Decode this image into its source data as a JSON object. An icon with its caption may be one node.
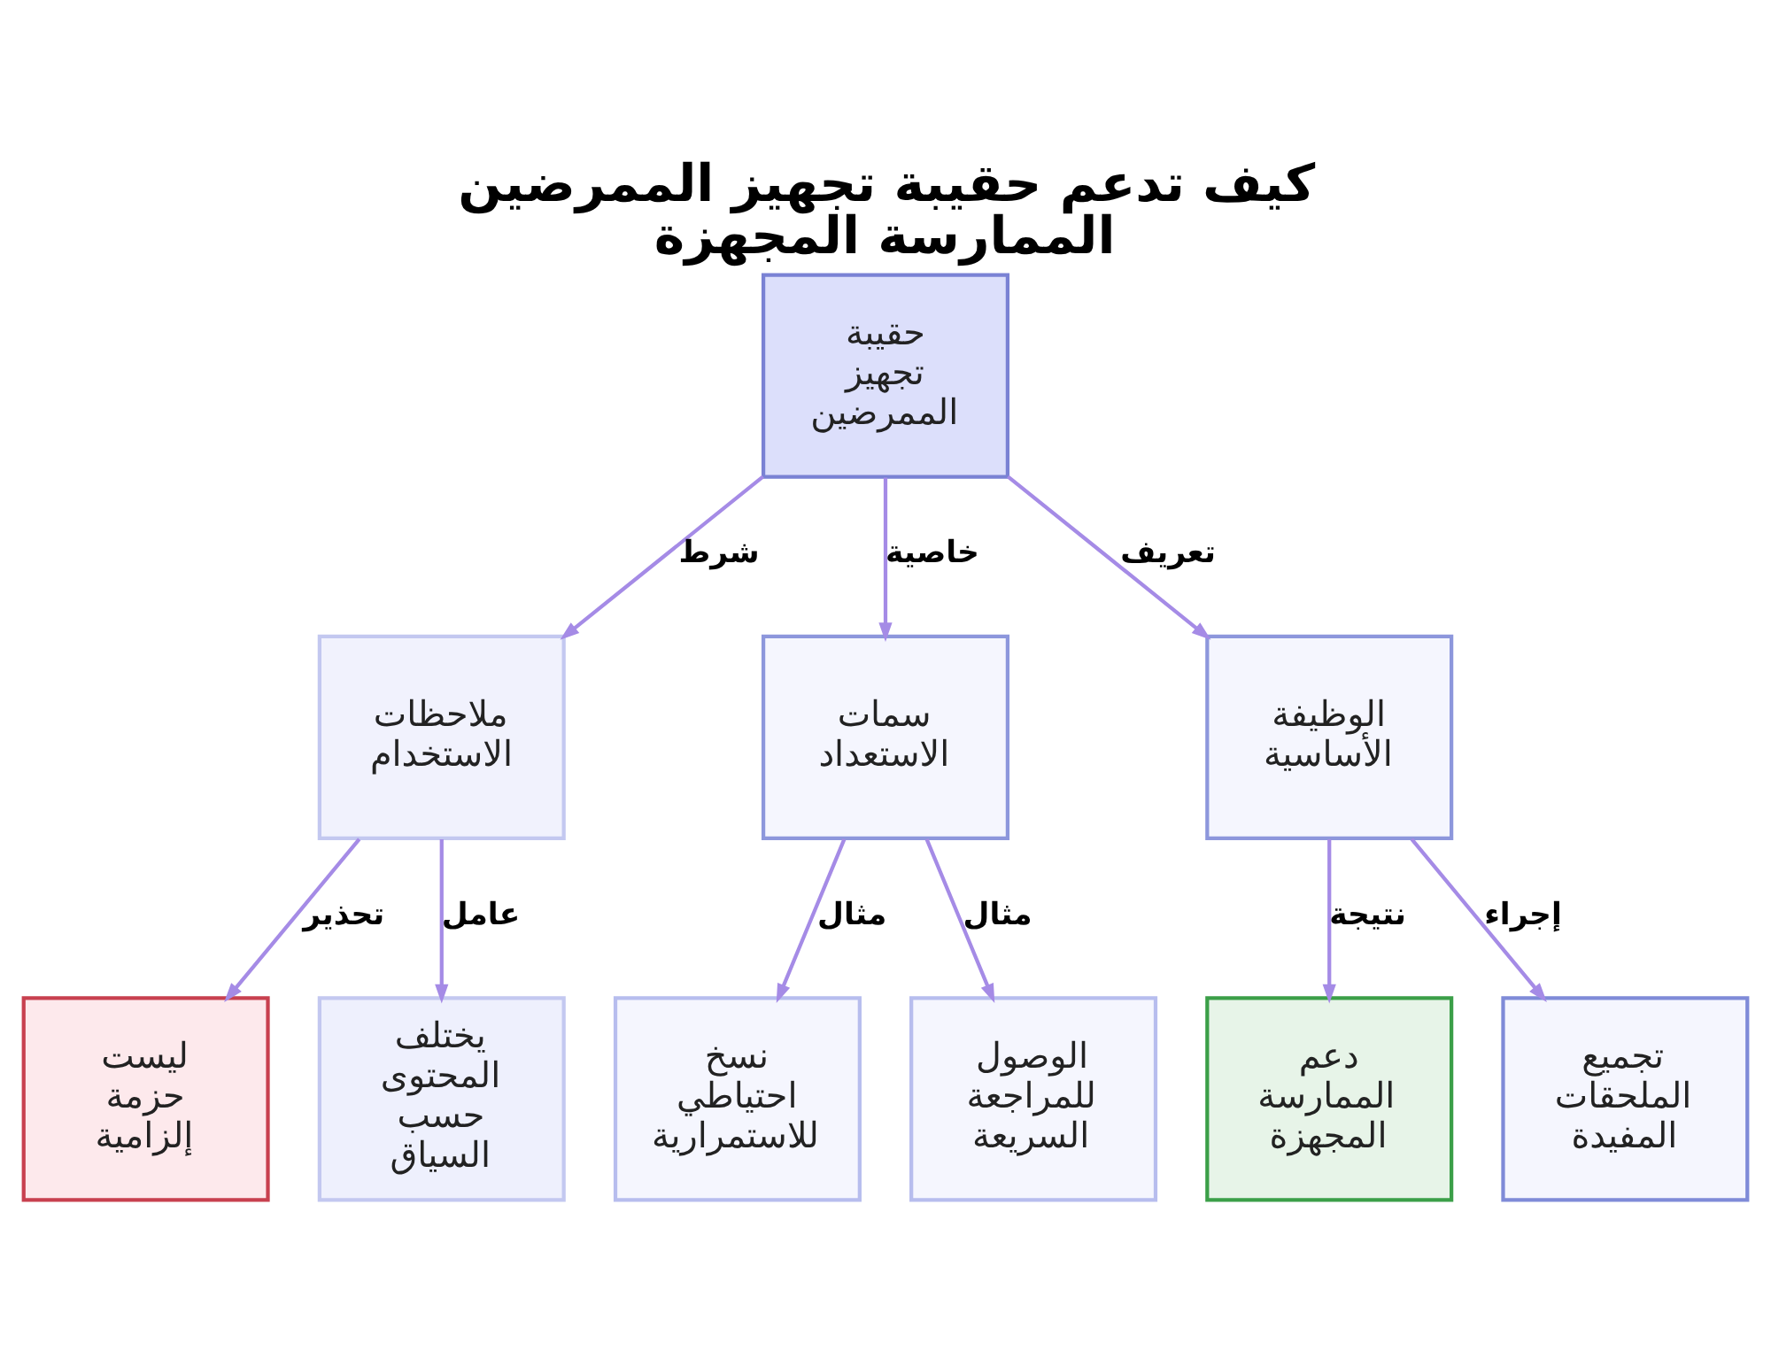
{
  "diagram": {
    "title": "كيف تدعم حقيبة تجهيز الممرضين الممارسة المجهزة",
    "nodes": [
      {
        "text": [
          "حقيبة تجهيز الممرضين"
        ]
      },
      {
        "text": [
          "ملاحظات الاستخدام"
        ]
      },
      {
        "text": [
          "سمات الاستعداد"
        ]
      },
      {
        "text": [
          "الوظيفة الأساسية"
        ]
      },
      {
        "text": [
          "ليست حزمة إلزامية"
        ]
      },
      {
        "text": [
          "يختلف المحتوى حسب السياق"
        ]
      },
      {
        "text": [
          "نسخ احتياطي للاستمرارية"
        ]
      },
      {
        "text": [
          "الوصول للمراجعة السريعة"
        ]
      },
      {
        "text": [
          "دعم الممارسة المجهزة"
        ]
      },
      {
        "text": [
          "تجميع الملحقات المفيدة"
        ]
      }
    ],
    "edges": [
      {
        "from": 0,
        "to": 1,
        "arrow": "to",
        "label": "شرط"
      },
      {
        "from": 0,
        "to": 2,
        "arrow": "to",
        "label": "خاصية"
      },
      {
        "from": 0,
        "to": 3,
        "arrow": "to",
        "label": "تعريف"
      },
      {
        "from": 1,
        "to": 4,
        "arrow": "to",
        "label": "تحذير"
      },
      {
        "from": 1,
        "to": 5,
        "arrow": "to",
        "label": "عامل"
      },
      {
        "from": 2,
        "to": 6,
        "arrow": "to",
        "label": "مثال"
      },
      {
        "from": 2,
        "to": 7,
        "arrow": "to",
        "label": "مثال"
      },
      {
        "from": 3,
        "to": 8,
        "arrow": "to",
        "label": "نتيجة"
      },
      {
        "from": 3,
        "to": 9,
        "arrow": "to",
        "label": "إجراء"
      }
    ]
  }
}
